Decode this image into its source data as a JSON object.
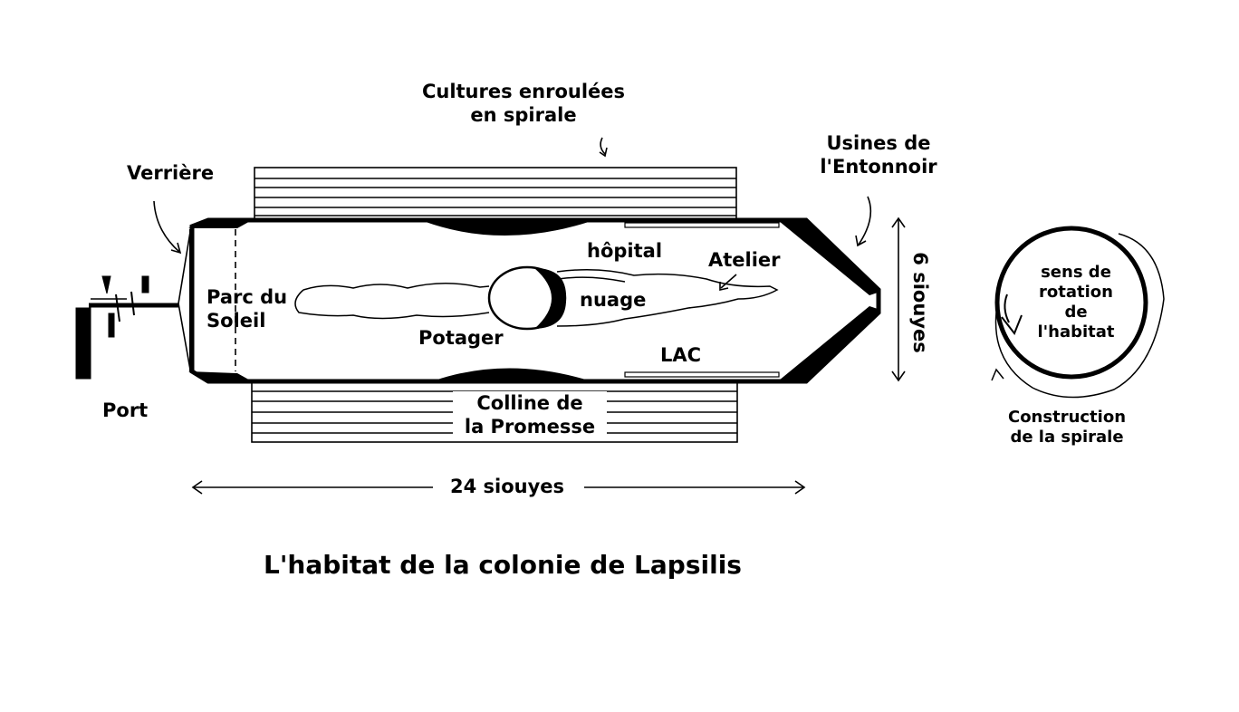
{
  "diagram": {
    "title": "L'habitat de la colonie de Lapsilis",
    "labels": {
      "cultures_line1": "Cultures enroulées",
      "cultures_line2": "en spirale",
      "usines_line1": "Usines de",
      "usines_line2": "l'Entonnoir",
      "verriere": "Verrière",
      "hopital": "hôpital",
      "atelier": "Atelier",
      "parc_line1": "Parc du",
      "parc_line2": "Soleil",
      "nuage": "nuage",
      "potager": "Potager",
      "lac": "LAC",
      "port": "Port",
      "colline_line1": "Colline de",
      "colline_line2": "la Promesse",
      "length": "24 siouyes",
      "diameter": "6 siouyes",
      "rotation_line1": "sens de",
      "rotation_line2": "rotation",
      "rotation_line3": "de",
      "rotation_line4": "l'habitat",
      "spiral_line1": "Construction",
      "spiral_line2": "de la spirale"
    },
    "colors": {
      "ink": "#000000",
      "paper": "#ffffff"
    }
  }
}
